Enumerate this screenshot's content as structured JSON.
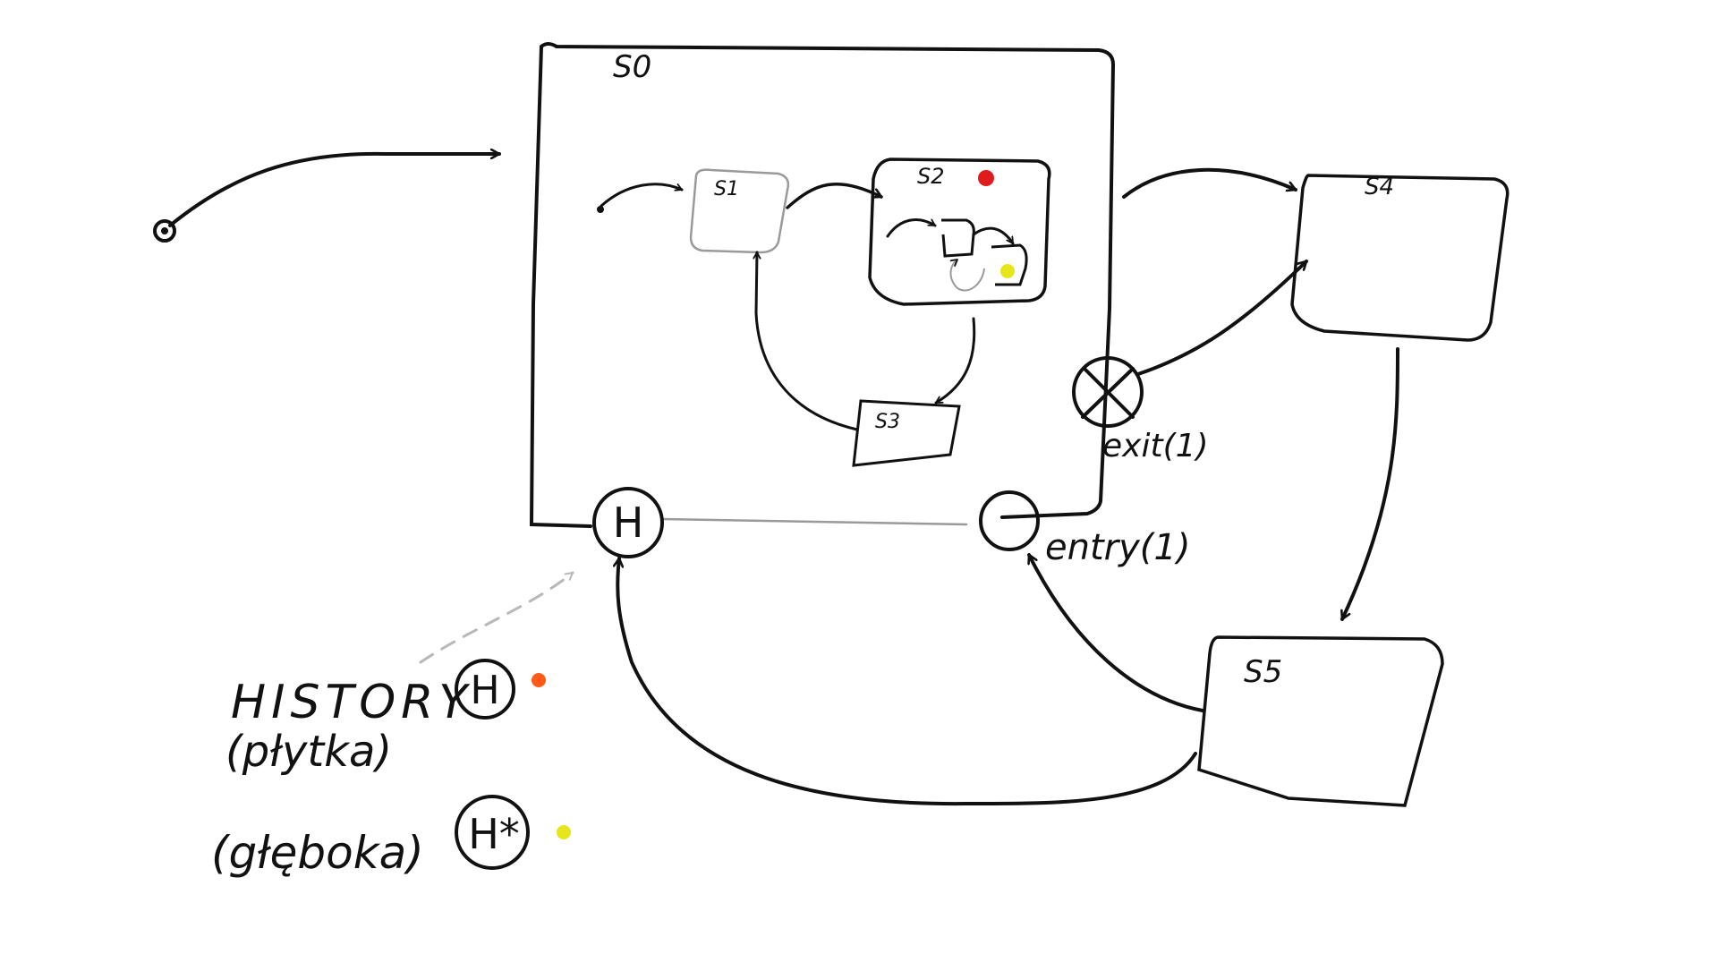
{
  "states": {
    "s0": "S0",
    "s1": "S1",
    "s2": "S2",
    "s3": "S3",
    "s4": "S4",
    "s5": "S5"
  },
  "pseudostates": {
    "exit": "exit(1)",
    "entry": "entry(1)",
    "history_symbol": "H",
    "deep_history_symbol": "H*"
  },
  "legend": {
    "history_line1": "HISTORY",
    "history_line2": "(płytka)",
    "deep_history": "(głęboka)"
  },
  "colors": {
    "stroke": "#111111",
    "light_stroke": "#9a9a9a",
    "dashed_arrow": "#b8b8b8",
    "marker_red": "#e01b1b",
    "marker_yellow": "#e6e61a",
    "marker_orange": "#ff5a1a"
  }
}
